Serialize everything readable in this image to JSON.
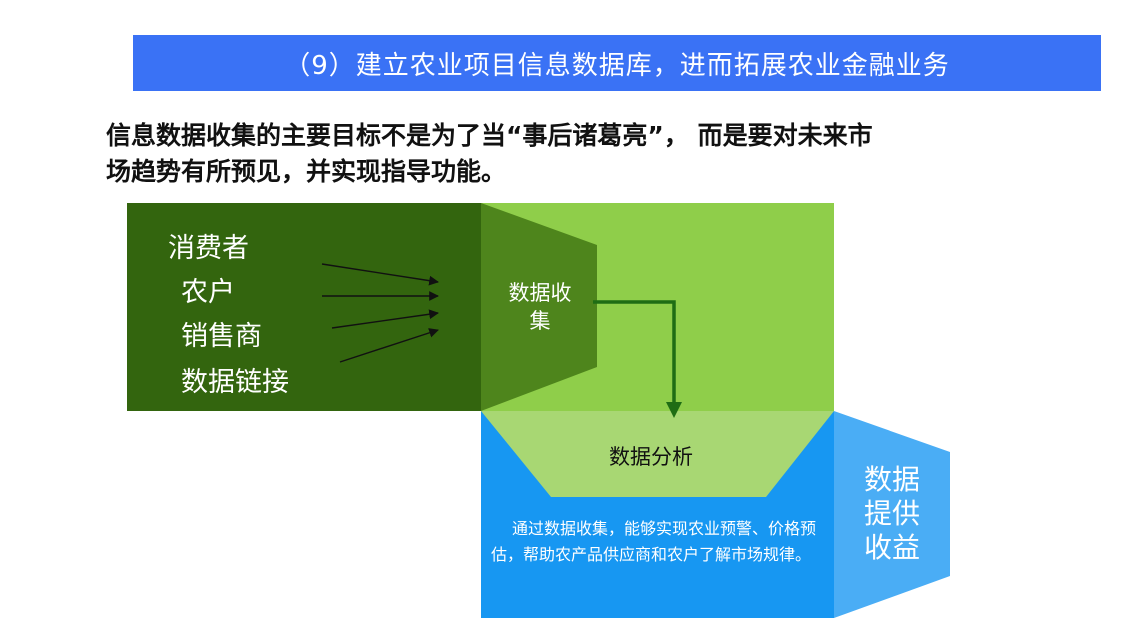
{
  "slide": {
    "title": "（9）建立农业项目信息数据库，进而拓展农业金融业务",
    "intro_lines": [
      "信息数据收集的主要目标不是为了当“事后诸葛亮”， 而是要对未来市",
      "场趋势有所预见，并实现指导功能。"
    ]
  },
  "diagram": {
    "sources": [
      "消费者",
      "农户",
      "销售商",
      "数据链接"
    ],
    "collect_lines": [
      "数据收",
      "集"
    ],
    "analyze_label": "数据分析",
    "description": "通过数据收集，能够实现农业预警、价格预估，帮助农产品供应商和农户了解市场规律。",
    "revenue_lines": [
      "数据",
      "提供",
      "收益"
    ]
  },
  "colors": {
    "title_bar": "#3a72f5",
    "dark_green": "#33650e",
    "mid_green": "#4e851c",
    "light_green": "#8fce4a",
    "pale_green": "#a8d773",
    "blue": "#1797f2",
    "light_blue": "#4aadf5",
    "arrow_green": "#1f6d14"
  }
}
